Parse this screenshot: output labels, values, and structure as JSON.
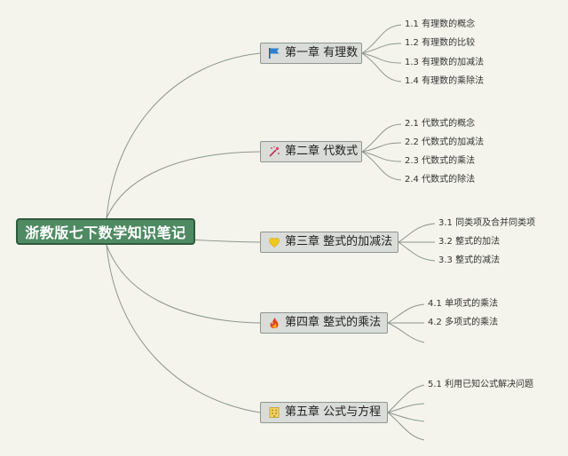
{
  "root": {
    "title": "浙教版七下数学知识笔记"
  },
  "chapters": [
    {
      "title": "第一章 有理数",
      "icon": "flag-icon",
      "sections": [
        "1.1 有理数的概念",
        "1.2 有理数的比较",
        "1.3 有理数的加减法",
        "1.4 有理数的乘除法"
      ]
    },
    {
      "title": "第二章 代数式",
      "icon": "sparkle-icon",
      "sections": [
        "2.1 代数式的概念",
        "2.2 代数式的加减法",
        "2.3 代数式的乘法",
        "2.4 代数式的除法"
      ]
    },
    {
      "title": "第三章 整式的加减法",
      "icon": "heart-icon",
      "sections": [
        "3.1 同类项及合并同类项",
        "3.2 整式的加法",
        "3.3 整式的减法"
      ]
    },
    {
      "title": "第四章 整式的乘法",
      "icon": "fire-icon",
      "sections": [
        "4.1 单项式的乘法",
        "4.2 多项式的乘法"
      ]
    },
    {
      "title": "第五章 公式与方程",
      "icon": "building-icon",
      "sections": [
        "5.1 利用已知公式解决问题",
        "",
        "",
        ""
      ]
    }
  ]
}
